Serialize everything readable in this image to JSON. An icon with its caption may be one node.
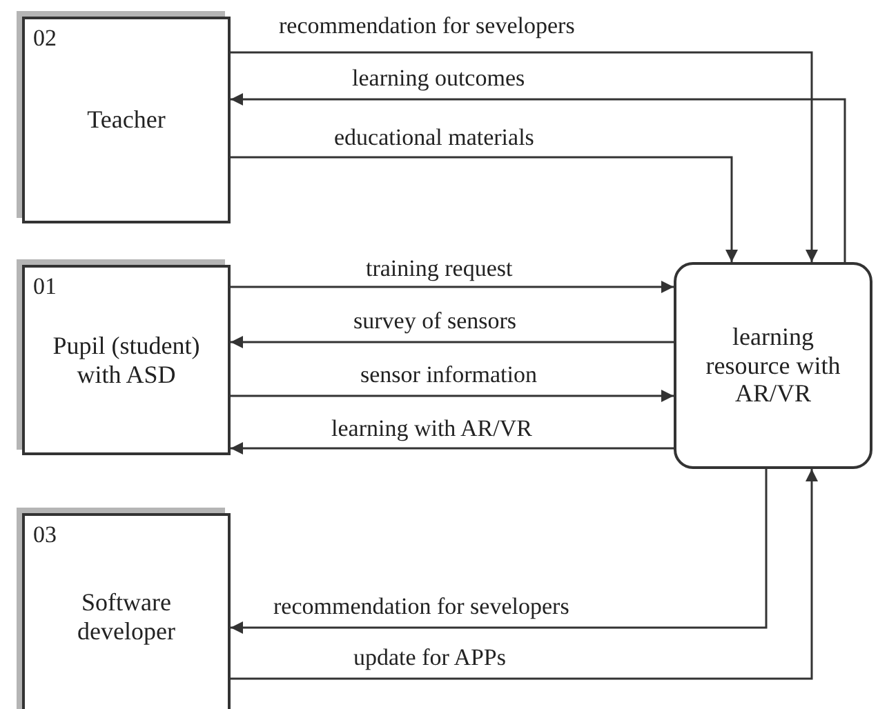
{
  "diagram": {
    "nodes": [
      {
        "text": [
          "02",
          "Teacher"
        ]
      },
      {
        "text": [
          "01",
          "Pupil (student) with ASD"
        ]
      },
      {
        "text": [
          "03",
          "Software developer"
        ]
      },
      {
        "text": [
          "learning resource with AR/VR"
        ]
      }
    ],
    "edges": [
      {
        "from": 0,
        "to": 3,
        "label": "recommendation for sevelopers",
        "arrow": "to"
      },
      {
        "from": 3,
        "to": 0,
        "label": "learning outcomes",
        "arrow": "to"
      },
      {
        "from": 0,
        "to": 3,
        "label": "educational materials",
        "arrow": "to"
      },
      {
        "from": 1,
        "to": 3,
        "label": "training request",
        "arrow": "to"
      },
      {
        "from": 3,
        "to": 1,
        "label": "survey of sensors",
        "arrow": "to"
      },
      {
        "from": 1,
        "to": 3,
        "label": "sensor information",
        "arrow": "to"
      },
      {
        "from": 3,
        "to": 1,
        "label": "learning with AR/VR",
        "arrow": "to"
      },
      {
        "from": 3,
        "to": 2,
        "label": "recommendation for sevelopers",
        "arrow": "to"
      },
      {
        "from": 2,
        "to": 3,
        "label": "update for APPs",
        "arrow": "to"
      }
    ]
  }
}
